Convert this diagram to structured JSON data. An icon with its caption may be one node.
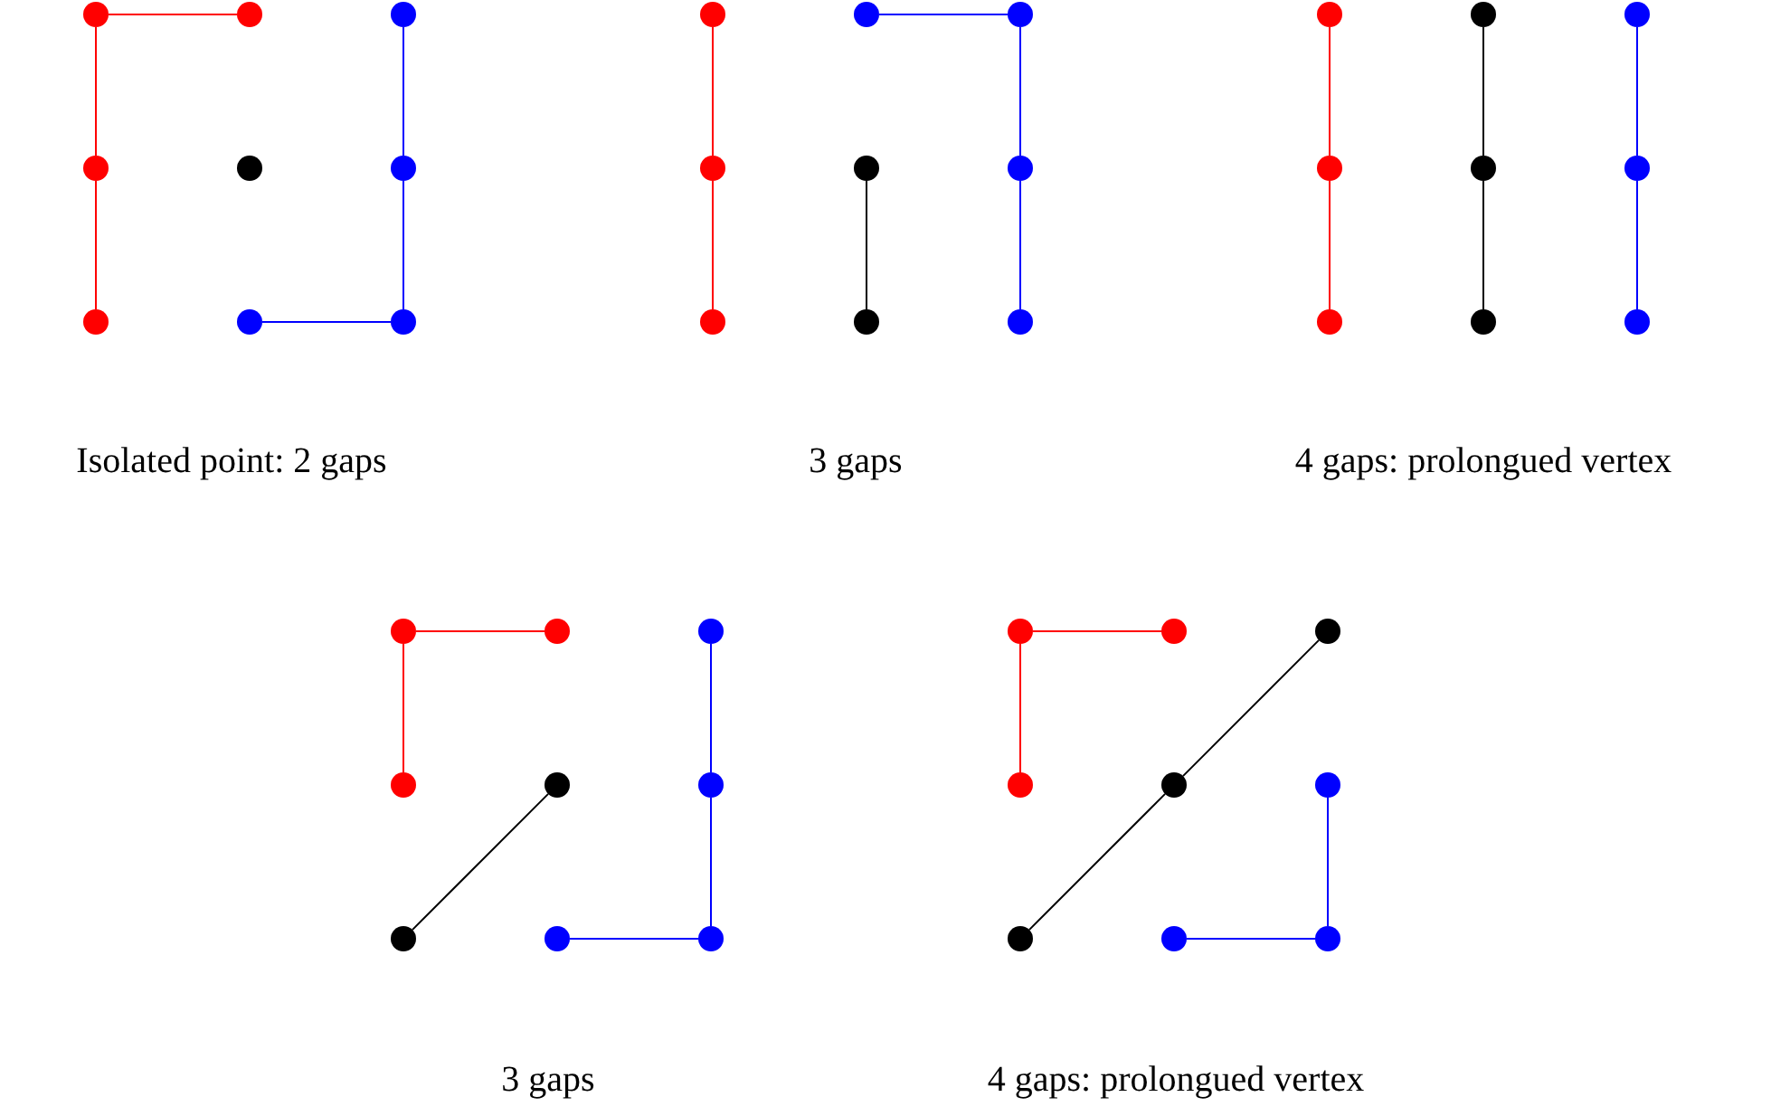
{
  "diagram": {
    "nodes": [
      {
        "text": [],
        "shape": "circle"
      },
      {
        "text": [],
        "shape": "circle"
      },
      {
        "text": [],
        "shape": "circle"
      },
      {
        "text": [],
        "shape": "circle"
      },
      {
        "text": [],
        "shape": "circle"
      },
      {
        "text": [],
        "shape": "circle"
      },
      {
        "text": [],
        "shape": "circle"
      },
      {
        "text": [],
        "shape": "circle"
      },
      {
        "text": [],
        "shape": "circle"
      },
      {
        "text": [],
        "shape": "circle"
      },
      {
        "text": [],
        "shape": "circle"
      },
      {
        "text": [],
        "shape": "circle"
      },
      {
        "text": [],
        "shape": "circle"
      },
      {
        "text": [],
        "shape": "circle"
      },
      {
        "text": [],
        "shape": "circle"
      },
      {
        "text": [],
        "shape": "circle"
      },
      {
        "text": [],
        "shape": "circle"
      },
      {
        "text": [],
        "shape": "circle"
      },
      {
        "text": [],
        "shape": "circle"
      },
      {
        "text": [],
        "shape": "circle"
      },
      {
        "text": [],
        "shape": "circle"
      },
      {
        "text": [],
        "shape": "circle"
      },
      {
        "text": [],
        "shape": "circle"
      },
      {
        "text": [],
        "shape": "circle"
      },
      {
        "text": [],
        "shape": "circle"
      },
      {
        "text": [],
        "shape": "circle"
      },
      {
        "text": [],
        "shape": "circle"
      },
      {
        "text": [],
        "shape": "circle"
      },
      {
        "text": [],
        "shape": "circle"
      },
      {
        "text": [],
        "shape": "circle"
      },
      {
        "text": [],
        "shape": "circle"
      },
      {
        "text": [],
        "shape": "circle"
      },
      {
        "text": [],
        "shape": "circle"
      },
      {
        "text": [],
        "shape": "circle"
      },
      {
        "text": [],
        "shape": "circle"
      },
      {
        "text": [],
        "shape": "circle"
      },
      {
        "text": [],
        "shape": "circle"
      },
      {
        "text": [],
        "shape": "circle"
      },
      {
        "text": [],
        "shape": "circle"
      },
      {
        "text": [],
        "shape": "circle"
      },
      {
        "text": [],
        "shape": "circle"
      },
      {
        "text": [],
        "shape": "circle"
      },
      {
        "text": [],
        "shape": "circle"
      },
      {
        "text": [],
        "shape": "circle"
      },
      {
        "text": [],
        "shape": "circle"
      }
    ],
    "edges": [
      {
        "from": 0,
        "to": 1,
        "arrow": "none",
        "color": "#ff0000"
      },
      {
        "from": 0,
        "to": 3,
        "arrow": "none",
        "color": "#ff0000"
      },
      {
        "from": 3,
        "to": 6,
        "arrow": "none",
        "color": "#ff0000"
      },
      {
        "from": 2,
        "to": 5,
        "arrow": "none"
      },
      {
        "from": 5,
        "to": 8,
        "arrow": "none"
      },
      {
        "from": 7,
        "to": 8,
        "arrow": "none"
      },
      {
        "from": 9,
        "to": 12,
        "arrow": "none",
        "color": "#ff0000"
      },
      {
        "from": 12,
        "to": 15,
        "arrow": "none",
        "color": "#ff0000"
      },
      {
        "from": 13,
        "to": 16,
        "arrow": "none",
        "color": "#000000"
      },
      {
        "from": 10,
        "to": 11,
        "arrow": "none"
      },
      {
        "from": 11,
        "to": 14,
        "arrow": "none"
      },
      {
        "from": 14,
        "to": 17,
        "arrow": "none"
      },
      {
        "from": 18,
        "to": 21,
        "arrow": "none",
        "color": "#ff0000"
      },
      {
        "from": 21,
        "to": 24,
        "arrow": "none",
        "color": "#ff0000"
      },
      {
        "from": 19,
        "to": 22,
        "arrow": "none",
        "color": "#000000"
      },
      {
        "from": 22,
        "to": 25,
        "arrow": "none",
        "color": "#000000"
      },
      {
        "from": 20,
        "to": 23,
        "arrow": "none"
      },
      {
        "from": 23,
        "to": 26,
        "arrow": "none"
      },
      {
        "from": 27,
        "to": 28,
        "arrow": "none",
        "color": "#ff0000"
      },
      {
        "from": 27,
        "to": 30,
        "arrow": "none",
        "color": "#ff0000"
      },
      {
        "from": 33,
        "to": 31,
        "arrow": "none",
        "color": "#000000"
      },
      {
        "from": 29,
        "to": 32,
        "arrow": "none"
      },
      {
        "from": 32,
        "to": 35,
        "arrow": "none"
      },
      {
        "from": 34,
        "to": 35,
        "arrow": "none"
      },
      {
        "from": 36,
        "to": 37,
        "arrow": "none",
        "color": "#ff0000"
      },
      {
        "from": 36,
        "to": 39,
        "arrow": "none",
        "color": "#ff0000"
      },
      {
        "from": 42,
        "to": 40,
        "arrow": "none",
        "color": "#000000"
      },
      {
        "from": 40,
        "to": 38,
        "arrow": "none",
        "color": "#000000"
      },
      {
        "from": 41,
        "to": 44,
        "arrow": "none"
      },
      {
        "from": 43,
        "to": 44,
        "arrow": "none"
      }
    ],
    "labels": [
      "Isolated point: 2 gaps",
      "3 gaps",
      "4 gaps: prolongued vertex",
      "3 gaps",
      "4 gaps: prolongued vertex"
    ]
  }
}
